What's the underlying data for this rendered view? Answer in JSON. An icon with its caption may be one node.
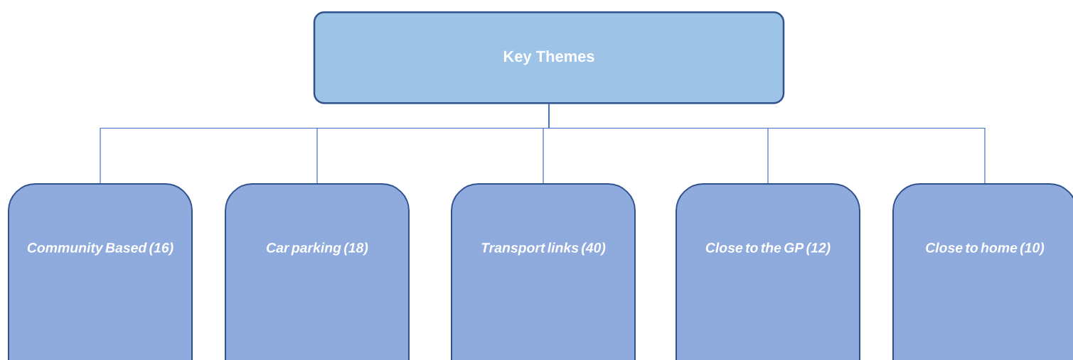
{
  "diagram": {
    "nodes": [
      {
        "text": [
          "Key Themes"
        ]
      },
      {
        "text": [
          "Community Based (16)"
        ]
      },
      {
        "text": [
          "Car parking (18)"
        ]
      },
      {
        "text": [
          "Transport links (40)"
        ]
      },
      {
        "text": [
          "Close to the GP (12)"
        ]
      },
      {
        "text": [
          "Close to home (10)"
        ]
      }
    ],
    "edges": [
      {
        "from": 0,
        "to": 1,
        "arrow": "none"
      },
      {
        "from": 0,
        "to": 2,
        "arrow": "none"
      },
      {
        "from": 0,
        "to": 3,
        "arrow": "none"
      },
      {
        "from": 0,
        "to": 4,
        "arrow": "none"
      },
      {
        "from": 0,
        "to": 5,
        "arrow": "none"
      }
    ]
  }
}
